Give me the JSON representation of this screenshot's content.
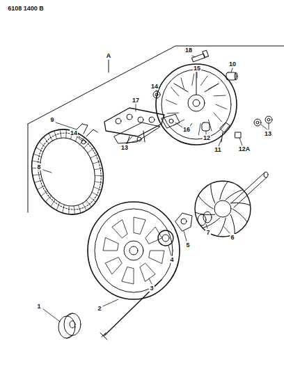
{
  "diagram": {
    "labels": [
      "6108 1400 B",
      "A",
      "18",
      "10",
      "15",
      "14",
      "17",
      "9",
      "14",
      "16",
      "12",
      "11",
      "12A",
      "13",
      "13",
      "8",
      "6",
      "7",
      "5",
      "4",
      "3",
      "2",
      "1"
    ]
  }
}
